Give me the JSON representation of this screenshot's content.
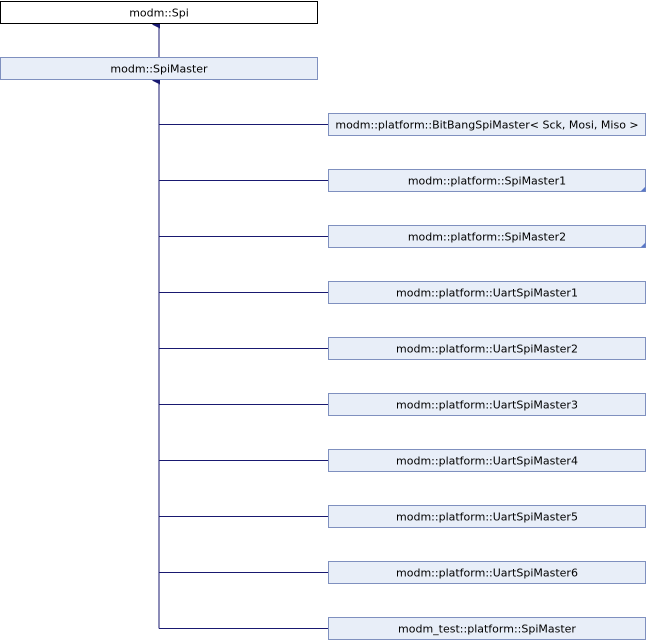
{
  "diagram": {
    "title": "",
    "colors": {
      "root_fill": "#ffffff",
      "node_fill": "#e8eef8",
      "node_border": "#7f90bf",
      "root_border": "#000000",
      "edge": "#191970",
      "corner_marker": "#5a78c8"
    },
    "root": {
      "label": "modm::Spi"
    },
    "base": {
      "label": "modm::SpiMaster"
    },
    "children": [
      {
        "label": "modm::platform::BitBangSpiMaster< Sck, Mosi, Miso >",
        "has_more": false
      },
      {
        "label": "modm::platform::SpiMaster1",
        "has_more": true
      },
      {
        "label": "modm::platform::SpiMaster2",
        "has_more": true
      },
      {
        "label": "modm::platform::UartSpiMaster1",
        "has_more": false
      },
      {
        "label": "modm::platform::UartSpiMaster2",
        "has_more": false
      },
      {
        "label": "modm::platform::UartSpiMaster3",
        "has_more": false
      },
      {
        "label": "modm::platform::UartSpiMaster4",
        "has_more": false
      },
      {
        "label": "modm::platform::UartSpiMaster5",
        "has_more": false
      },
      {
        "label": "modm::platform::UartSpiMaster6",
        "has_more": false
      },
      {
        "label": "modm_test::platform::SpiMaster",
        "has_more": false
      }
    ]
  }
}
